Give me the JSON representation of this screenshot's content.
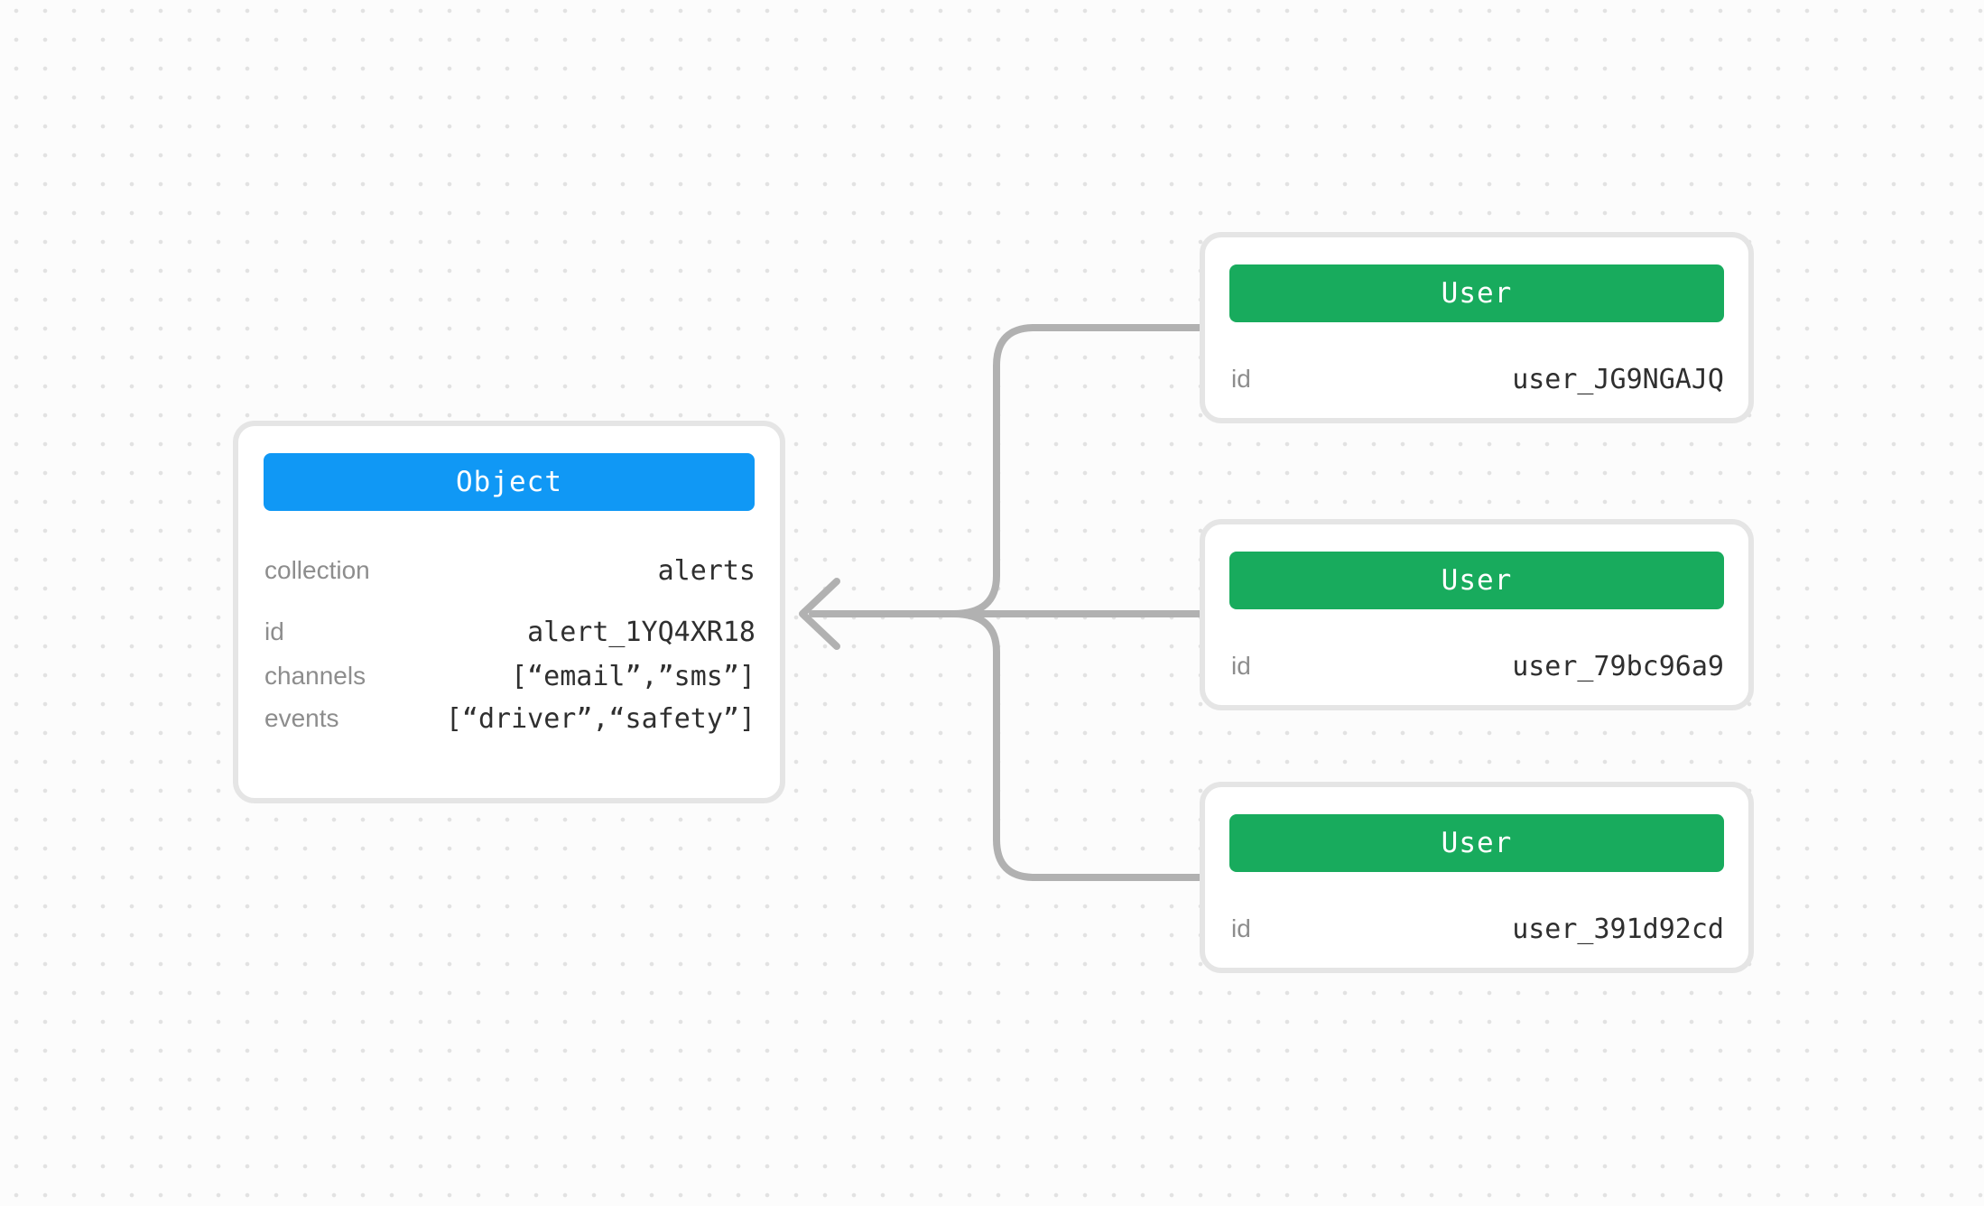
{
  "diagram": {
    "object_card": {
      "header": "Object",
      "fields": [
        {
          "label": "collection",
          "value": "alerts"
        },
        {
          "label": "id",
          "value": "alert_1YQ4XR18"
        },
        {
          "label": "channels",
          "value": "[“email”,”sms”]"
        },
        {
          "label": "events",
          "value": "[“driver”,“safety”]"
        }
      ]
    },
    "user_cards": [
      {
        "header": "User",
        "fields": [
          {
            "label": "id",
            "value": "user_JG9NGAJQ"
          }
        ]
      },
      {
        "header": "User",
        "fields": [
          {
            "label": "id",
            "value": "user_79bc96a9"
          }
        ]
      },
      {
        "header": "User",
        "fields": [
          {
            "label": "id",
            "value": "user_391d92cd"
          }
        ]
      }
    ],
    "connections": [
      {
        "from": "User user_JG9NGAJQ",
        "to": "Object alert_1YQ4XR18",
        "arrow": "points-left-into-object"
      },
      {
        "from": "User user_79bc96a9",
        "to": "Object alert_1YQ4XR18",
        "arrow": "points-left-into-object"
      },
      {
        "from": "User user_391d92cd",
        "to": "Object alert_1YQ4XR18",
        "arrow": "points-left-into-object"
      }
    ]
  },
  "colors": {
    "bg": "#fcfcfc",
    "dot": "#e2e2e2",
    "card-border": "#e5e5e5",
    "blue": "#1098f5",
    "green": "#18ab5d",
    "connector": "#b1b1b1",
    "label": "#8d8d8d",
    "value": "#2f2f2f",
    "header-text": "#ffffff"
  }
}
